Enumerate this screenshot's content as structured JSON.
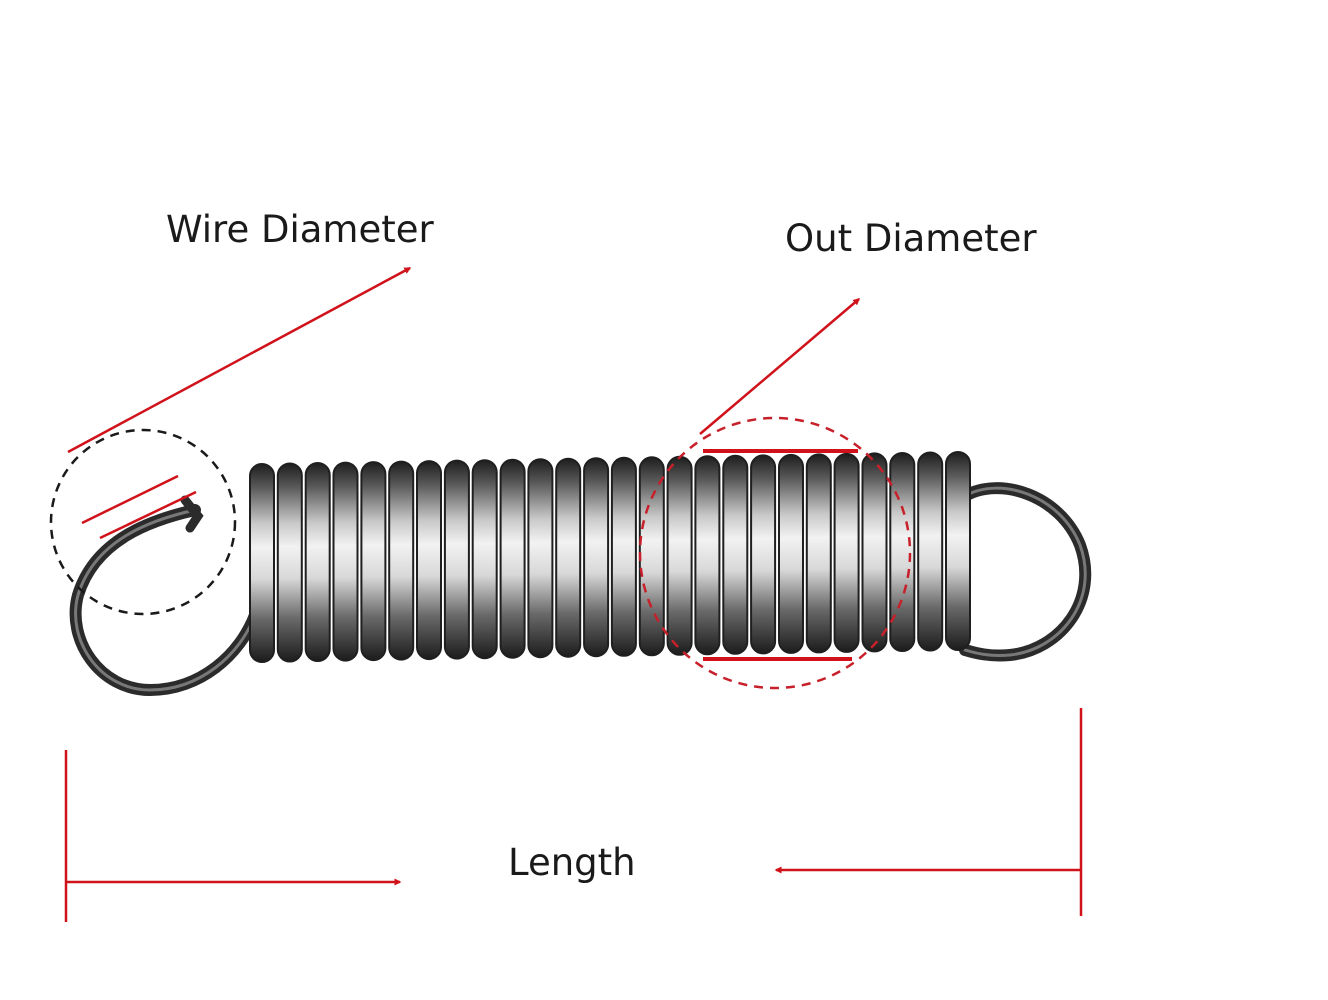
{
  "labels": {
    "wire_diameter": "Wire Diameter",
    "out_diameter": "Out Diameter",
    "length": "Length"
  },
  "colors": {
    "annotation": "#d0121b",
    "spring_dark": "#2b2b2b",
    "spring_light": "#e9e9e9",
    "callout_circle_black": "#1a1a1a",
    "callout_circle_red": "#c8202a"
  },
  "spring": {
    "body_coil_count": 26
  }
}
